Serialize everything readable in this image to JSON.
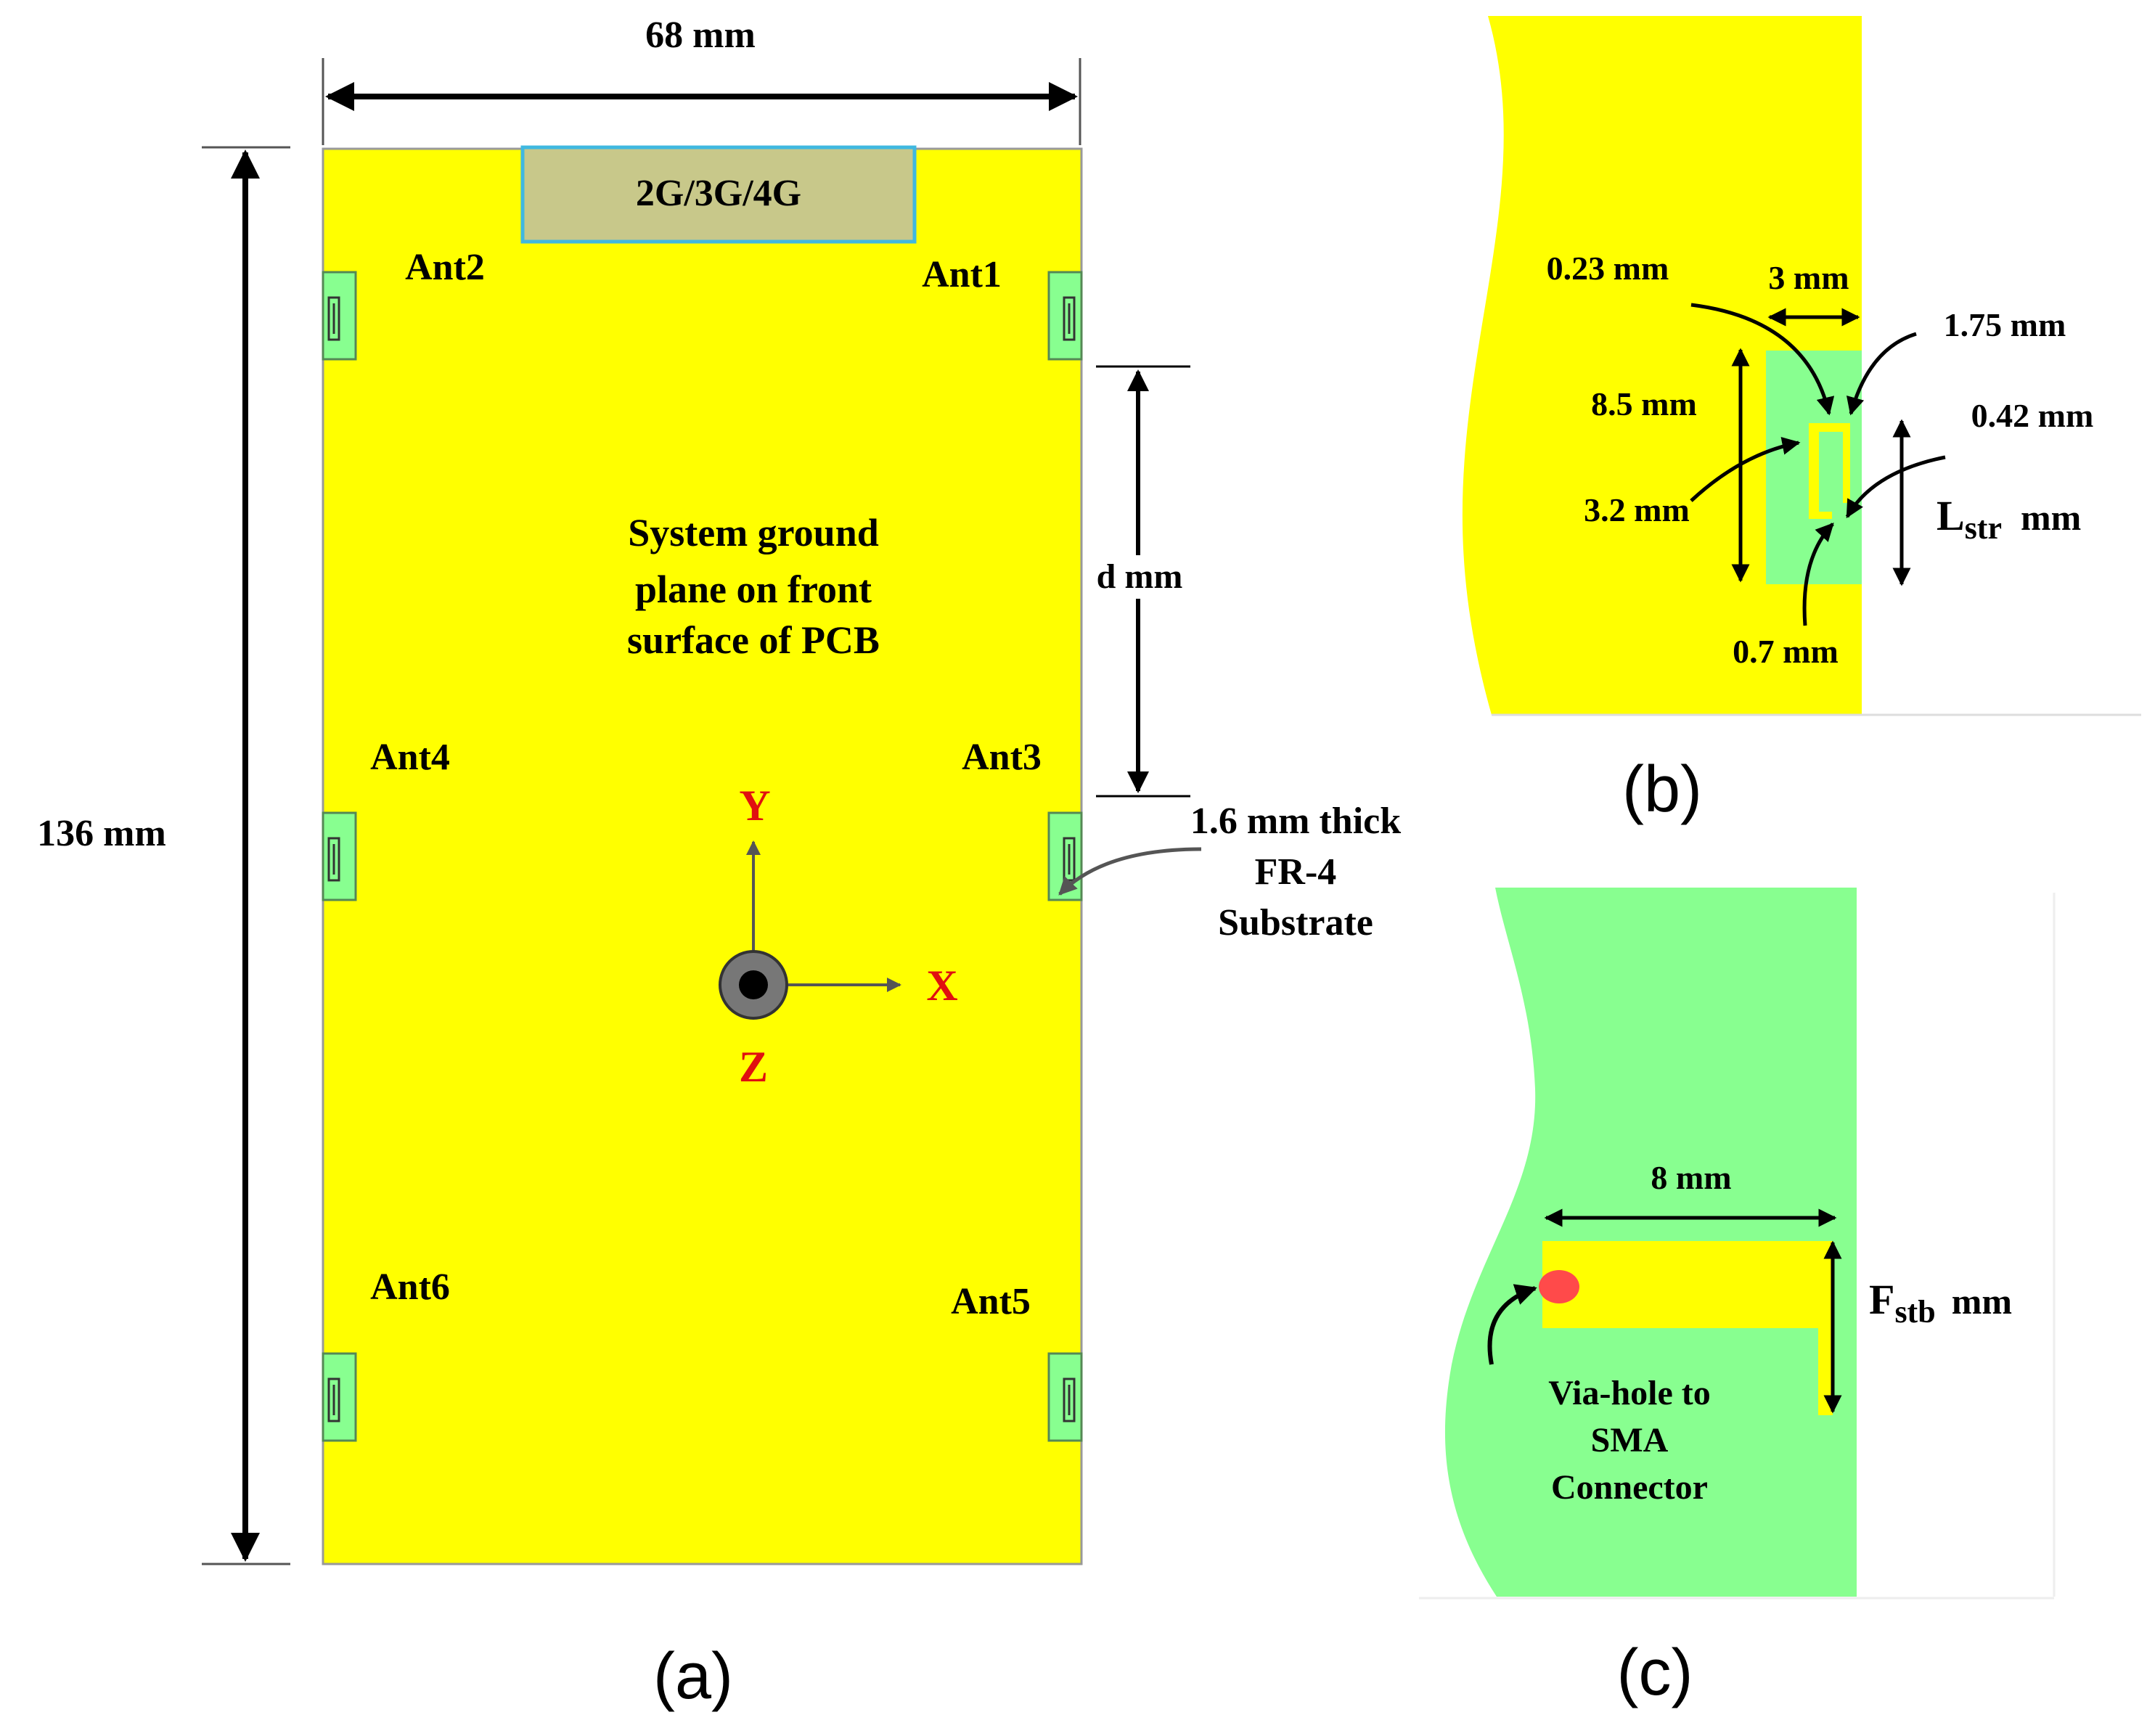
{
  "panel_a": {
    "width_label": "68 mm",
    "height_label": "136 mm",
    "module_label": "2G/3G/4G",
    "antennas": [
      "Ant1",
      "Ant2",
      "Ant3",
      "Ant4",
      "Ant5",
      "Ant6"
    ],
    "ground_text": [
      "System ground",
      "plane on front",
      "surface of PCB"
    ],
    "d_label": "d mm",
    "substrate_text": [
      "1.6 mm thick",
      "FR-4",
      "Substrate"
    ],
    "axis_x": "X",
    "axis_y": "Y",
    "axis_z": "Z",
    "caption": "(a)"
  },
  "panel_b": {
    "dim_023": "0.23 mm",
    "dim_3": "3 mm",
    "dim_175": "1.75 mm",
    "dim_85": "8.5 mm",
    "dim_042": "0.42 mm",
    "dim_32": "3.2 mm",
    "lstr_main": "L",
    "lstr_sub": "str",
    "lstr_unit": "mm",
    "dim_07": "0.7 mm",
    "caption": "(b)"
  },
  "panel_c": {
    "dim_8": "8 mm",
    "fstb_main": "F",
    "fstb_sub": "stb",
    "fstb_unit": "mm",
    "via_text": [
      "Via-hole to",
      "SMA",
      "Connector"
    ],
    "caption": "(c)"
  },
  "colors": {
    "ground_yellow": "#ffff00",
    "substrate_green": "#88ff90",
    "module_fill": "#c8c88a",
    "module_border": "#40b8e0",
    "axis_red": "#e01010",
    "via_red": "#ff4a4a"
  }
}
